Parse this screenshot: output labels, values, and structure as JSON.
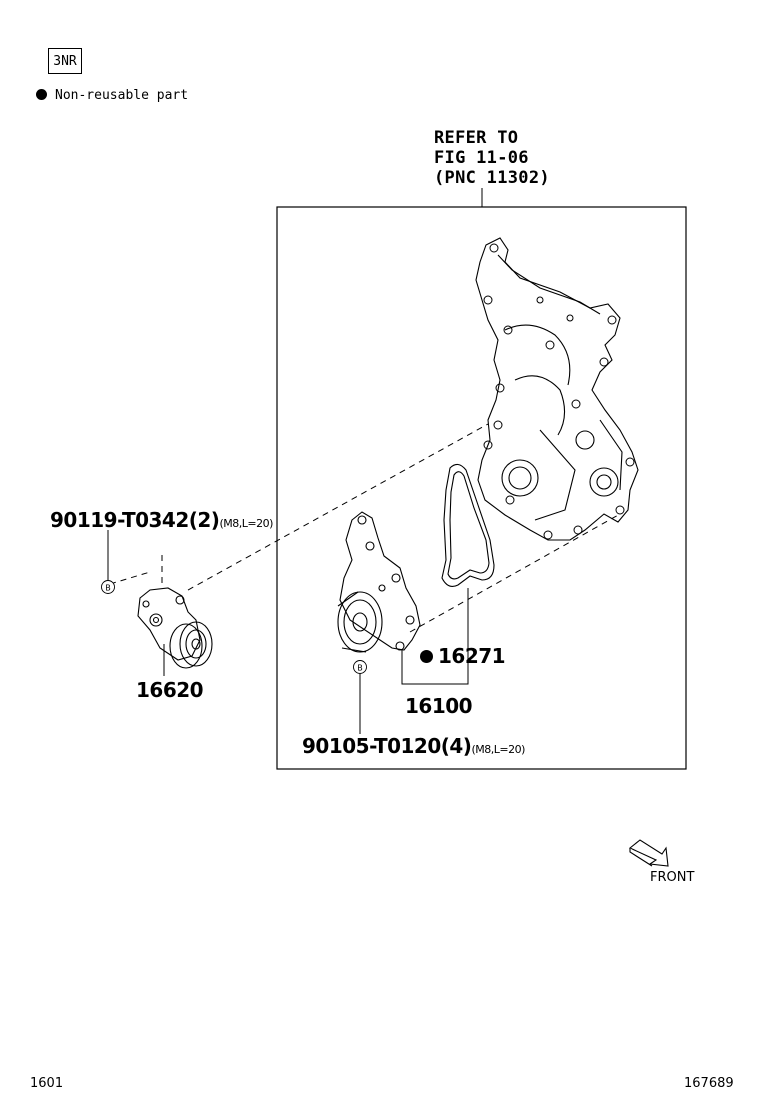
{
  "header": {
    "engine_code": "3NR",
    "legend_text": "Non-reusable part"
  },
  "refer_box": {
    "line1": "REFER TO",
    "line2": "FIG 11-06",
    "line3": "(PNC 11302)"
  },
  "parts": {
    "bolt_upper": {
      "number": "90119-T0342(2)",
      "spec": "(M8,L=20)"
    },
    "bolt_lower": {
      "number": "90105-T0120(4)",
      "spec": "(M8,L=20)"
    },
    "tensioner": {
      "number": "16620"
    },
    "gasket": {
      "number": "16271",
      "non_reusable": true
    },
    "water_pump": {
      "number": "16100"
    }
  },
  "markers": {
    "bolt_callout": "B"
  },
  "front_indicator": {
    "label": "FRONT"
  },
  "footer": {
    "page_code": "1601",
    "figure_id": "167689"
  }
}
